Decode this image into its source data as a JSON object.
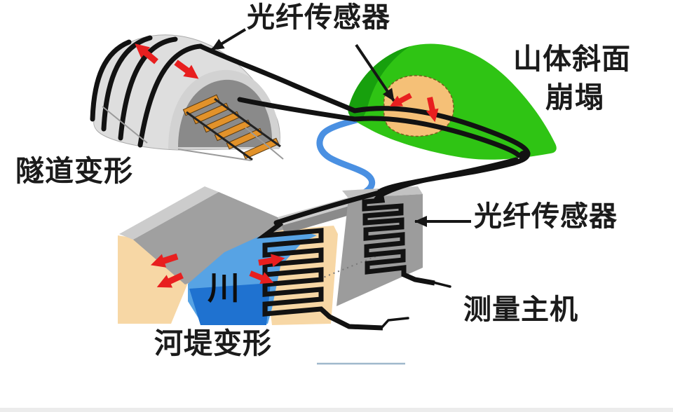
{
  "labels": {
    "sensor_top": "光纤传感器",
    "landslide_line1": "山体斜面",
    "landslide_line2": "崩塌",
    "tunnel": "隧道变形",
    "sensor_right": "光纤传感器",
    "host": "测量主机",
    "embankment": "河堤变形",
    "river_char": "川"
  },
  "colors": {
    "hill_green": "#2fc414",
    "hill_green_dark": "#17a00d",
    "landslide_orange": "#f5c077",
    "water_light": "#57a3e4",
    "water_dark": "#1f72d0",
    "river_blue": "#4a90e2",
    "arrow_red": "#e81f1f",
    "bank_tan": "#f7d7a5",
    "tunnel_gray": "#dedede",
    "tunnel_rim_gray": "#d2d2d2",
    "tunnel_opening_gray": "#8a8a8a",
    "slab_gray": "#a0a0a0",
    "slab_top_gray": "#cccccc",
    "block_gray": "#9c9c9c",
    "block_top_gray": "#c2c2c2",
    "cable_black": "#121212",
    "sleeper_orange": "#e2922a",
    "underline_blue": "#9fb8cc"
  }
}
